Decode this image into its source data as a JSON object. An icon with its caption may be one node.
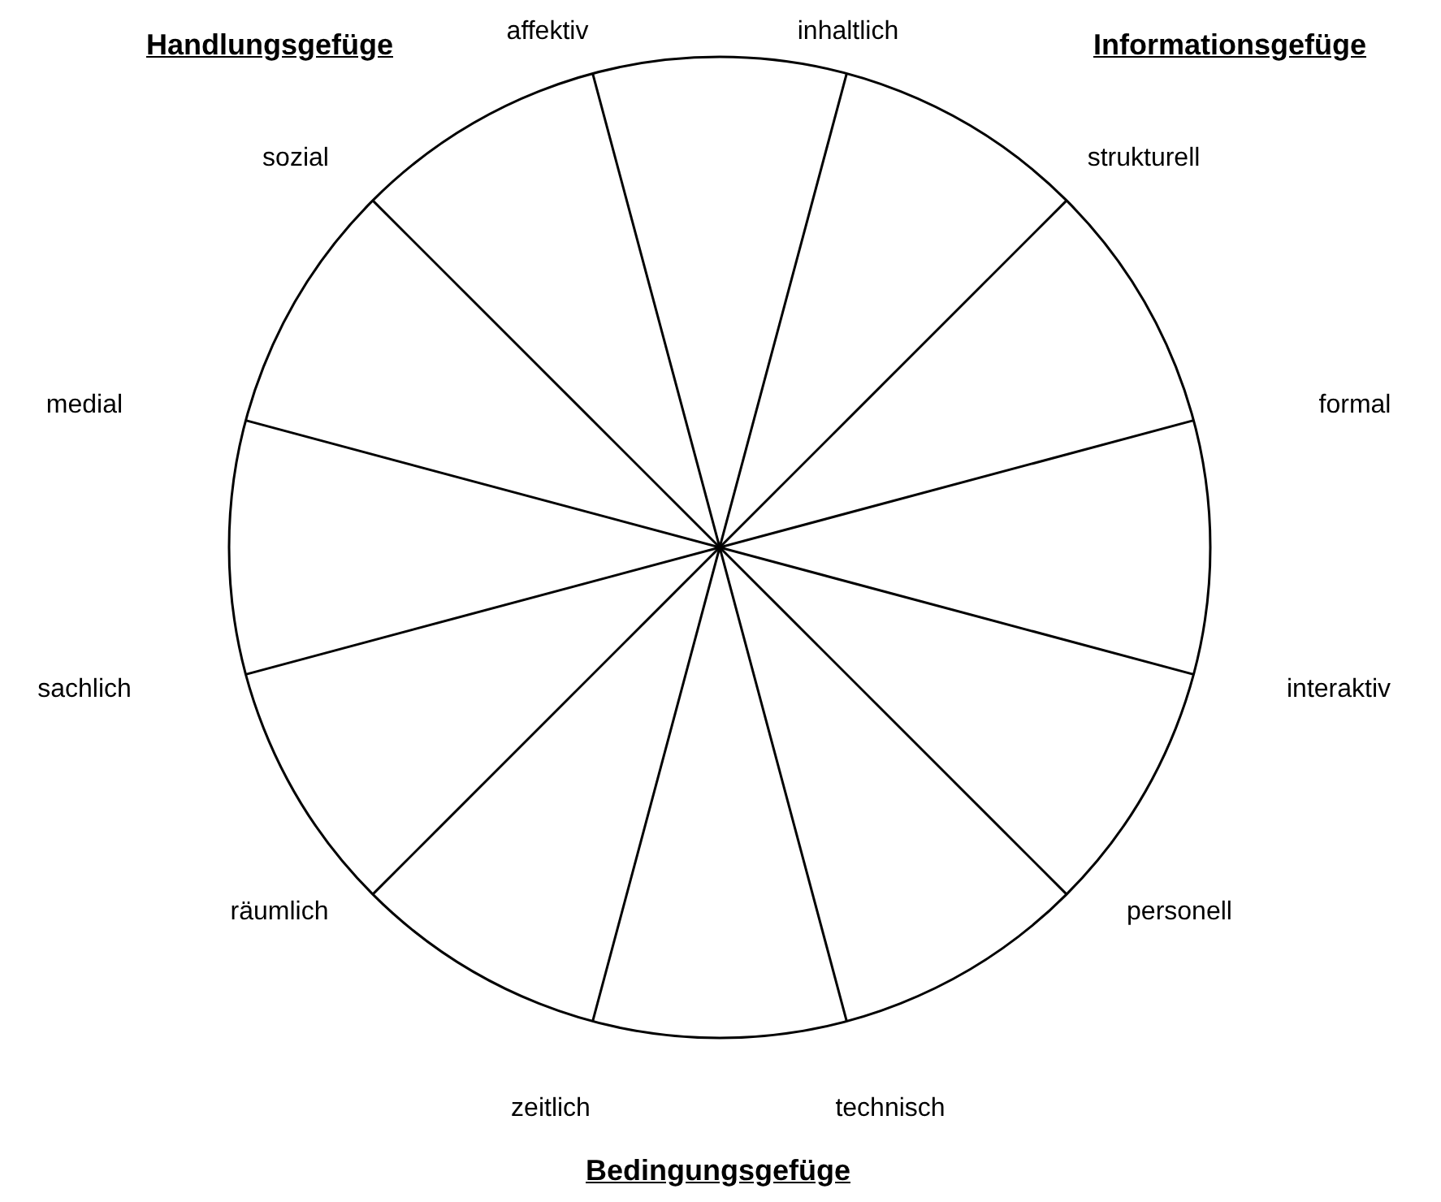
{
  "diagram": {
    "labels": [
      "Handlungsgefüge",
      "affektiv",
      "inhaltlich",
      "Informationsgefüge",
      "sozial",
      "strukturell",
      "medial",
      "formal",
      "sachlich",
      "interaktiv",
      "räumlich",
      "personell",
      "zeitlich",
      "technisch",
      "Bedingungsgefüge"
    ]
  }
}
